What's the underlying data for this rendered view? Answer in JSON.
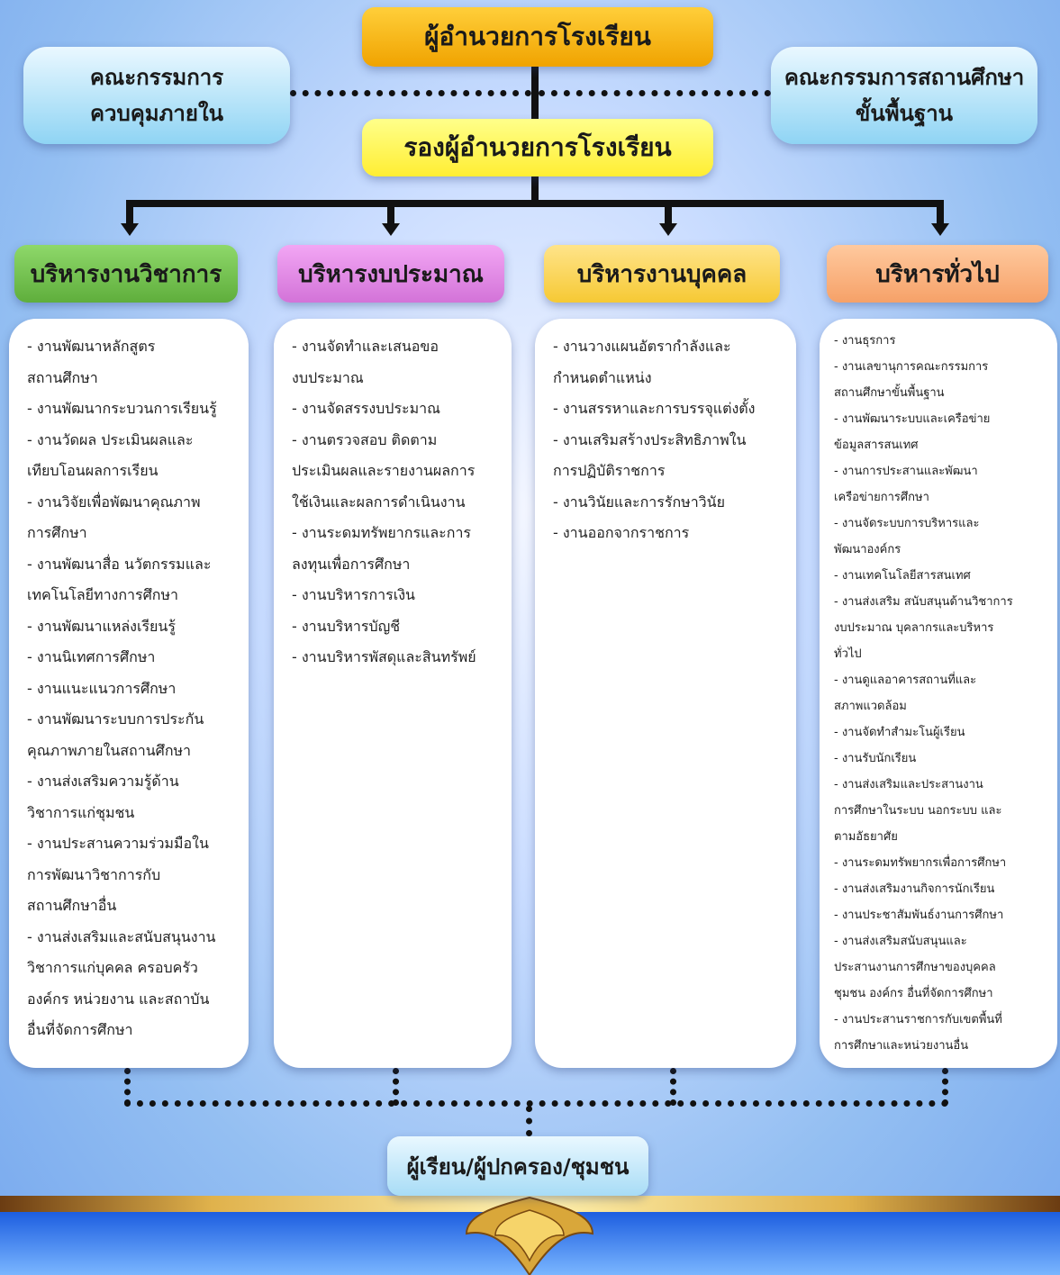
{
  "director": "ผู้อำนวยการโรงเรียน",
  "deputy": "รองผู้อำนวยการโรงเรียน",
  "internal_committee": [
    "คณะกรรมการ",
    "ควบคุมภายใน"
  ],
  "school_board": [
    "คณะกรรมการสถานศึกษา",
    "ขั้นพื้นฐาน"
  ],
  "departments": [
    {
      "title": "บริหารงานวิชาการ",
      "color": "#6fbf4a",
      "lines": [
        "- งานพัฒนาหลักสูตร",
        "สถานศึกษา",
        "- งานพัฒนากระบวนการเรียนรู้",
        "- งานวัดผล ประเมินผลและ",
        "เทียบโอนผลการเรียน",
        "- งานวิจัยเพื่อพัฒนาคุณภาพ",
        "การศึกษา",
        "- งานพัฒนาสื่อ นวัตกรรมและ",
        "เทคโนโลยีทางการศึกษา",
        "- งานพัฒนาแหล่งเรียนรู้",
        "- งานนิเทศการศึกษา",
        "- งานแนะแนวการศึกษา",
        "- งานพัฒนาระบบการประกัน",
        "คุณภาพภายในสถานศึกษา",
        "- งานส่งเสริมความรู้ด้าน",
        "วิชาการแก่ชุมชน",
        "- งานประสานความร่วมมือใน",
        "การพัฒนาวิชาการกับ",
        "สถานศึกษาอื่น",
        "- งานส่งเสริมและสนับสนุนงาน",
        "วิชาการแก่บุคคล ครอบครัว",
        "องค์กร หน่วยงาน และสถาบัน",
        "อื่นที่จัดการศึกษา"
      ]
    },
    {
      "title": "บริหารงบประมาณ",
      "color": "#d97fdc",
      "lines": [
        "- งานจัดทำและเสนอขอ",
        "งบประมาณ",
        "- งานจัดสรรงบประมาณ",
        "- งานตรวจสอบ ติดตาม",
        "ประเมินผลและรายงานผลการ",
        "ใช้เงินและผลการดำเนินงาน",
        "- งานระดมทรัพยากรและการ",
        "ลงทุนเพื่อการศึกษา",
        "- งานบริหารการเงิน",
        "- งานบริหารบัญชี",
        "- งานบริหารพัสดุและสินทรัพย์"
      ]
    },
    {
      "title": "บริหารงานบุคคล",
      "color": "#f8d04a",
      "lines": [
        "- งานวางแผนอัตรากำลังและ",
        "กำหนดตำแหน่ง",
        "- งานสรรหาและการบรรจุแต่งตั้ง",
        "- งานเสริมสร้างประสิทธิภาพใน",
        "การปฏิบัติราชการ",
        "- งานวินัยและการรักษาวินัย",
        "- งานออกจากราชการ"
      ]
    },
    {
      "title": "บริหารทั่วไป",
      "color": "#f9ad78",
      "lines": [
        "- งานธุรการ",
        "- งานเลขานุการคณะกรรมการ",
        "สถานศึกษาขั้นพื้นฐาน",
        "- งานพัฒนาระบบและเครือข่าย",
        "ข้อมูลสารสนเทศ",
        "- งานการประสานและพัฒนา",
        "เครือข่ายการศึกษา",
        "- งานจัดระบบการบริหารและ",
        "พัฒนาองค์กร",
        "- งานเทคโนโลยีสารสนเทศ",
        "- งานส่งเสริม สนับสนุนด้านวิชาการ",
        "งบประมาณ บุคลากรและบริหาร",
        "ทั่วไป",
        "- งานดูแลอาคารสถานที่และ",
        "สภาพแวดล้อม",
        "- งานจัดทำสำมะโนผู้เรียน",
        "- งานรับนักเรียน",
        "- งานส่งเสริมและประสานงาน",
        "การศึกษาในระบบ นอกระบบ และ",
        "ตามอัธยาศัย",
        "- งานระดมทรัพยากรเพื่อการศึกษา",
        "- งานส่งเสริมงานกิจการนักเรียน",
        "- งานประชาสัมพันธ์งานการศึกษา",
        "- งานส่งเสริมสนับสนุนและ",
        "ประสานงานการศึกษาของบุคคล",
        "ชุมชน องค์กร อื่นที่จัดการศึกษา",
        "- งานประสานราชการกับเขตพื้นที่",
        "การศึกษาและหน่วยงานอื่น"
      ]
    }
  ],
  "stakeholders": "ผู้เรียน/ผู้ปกครอง/ชุมชน"
}
